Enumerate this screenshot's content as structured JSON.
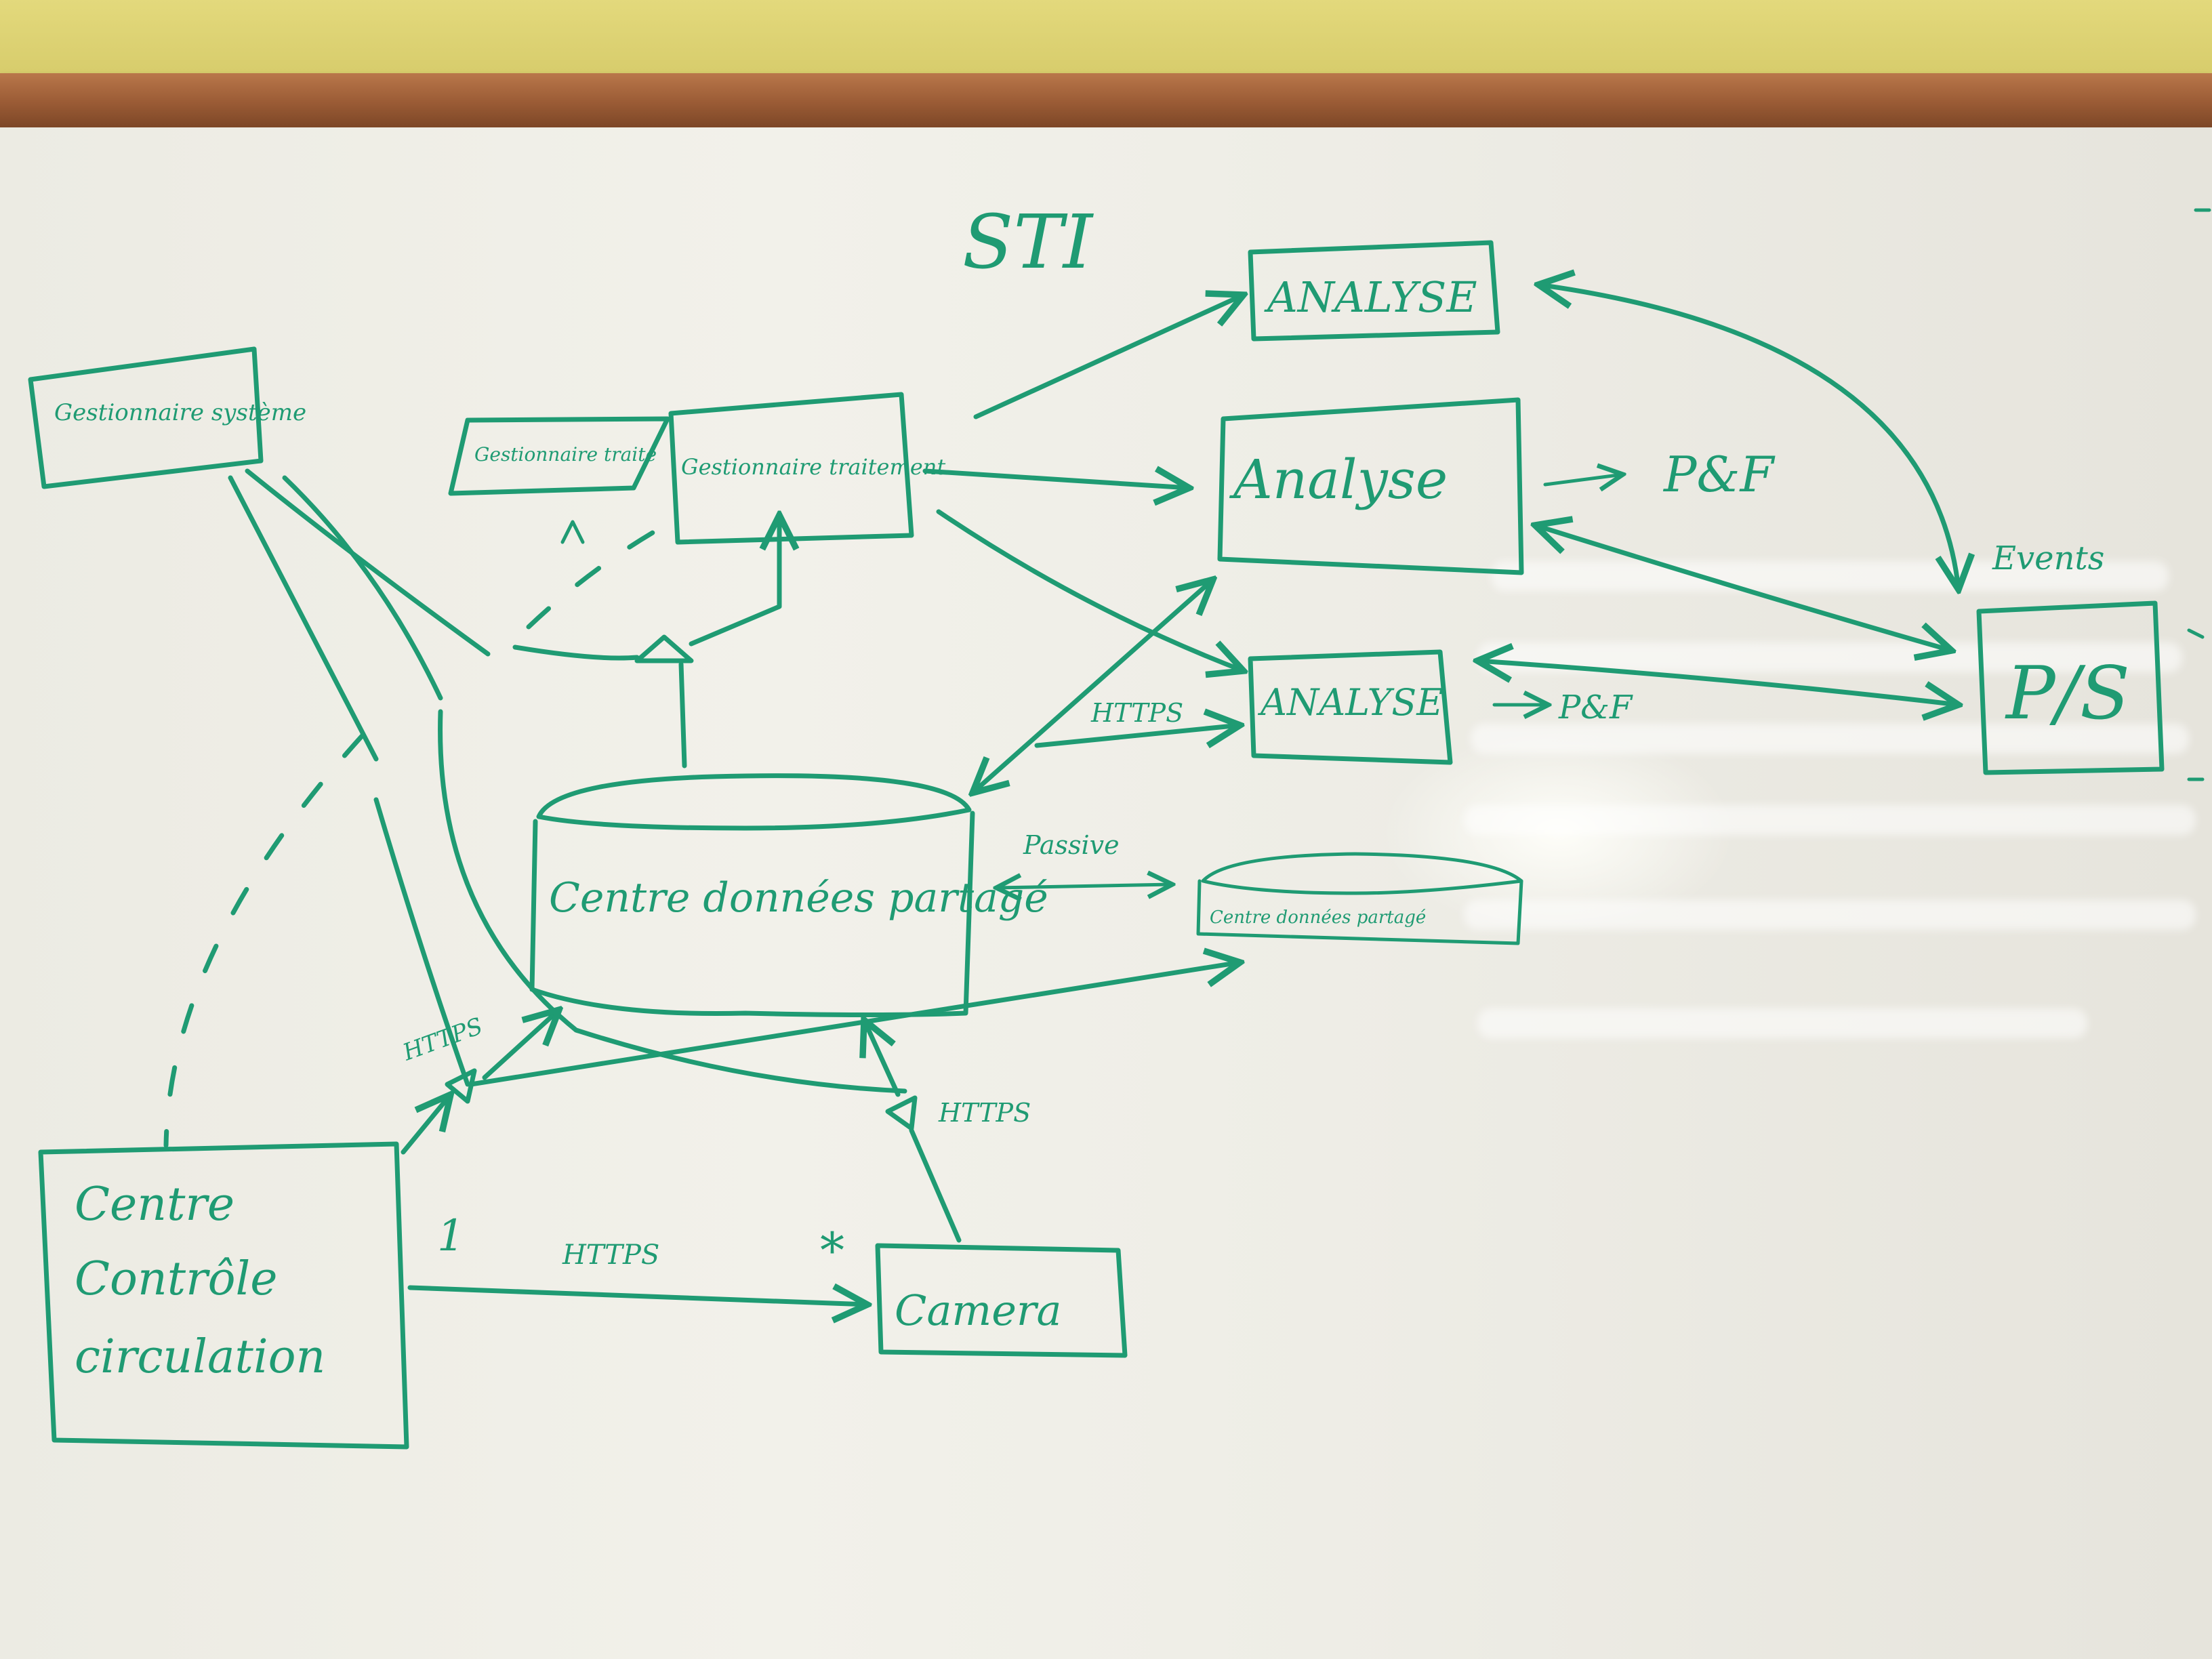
{
  "title": "STI",
  "nodes": {
    "gestion_system": "Gestionnaire système",
    "gestion_traite": "Gestionnaire traité",
    "gestion_traitement": "Gestionnaire traitement",
    "analyse_1": "ANALYSE",
    "analyse_2": "Analyse",
    "analyse_3": "ANALYSE",
    "ps": "P/S",
    "centre_donnees": "Centre données partagé",
    "centre_donnees_partage": "Centre données partagé",
    "centre_controle": [
      "Centre",
      "Contrôle",
      "circulation"
    ],
    "camera": "Camera"
  },
  "labels": {
    "pf_1": "P&F",
    "pf_2": "P&F",
    "events": "Events",
    "https_1": "HTTPS",
    "https_2": "HTTPS",
    "https_3": "HTTPS",
    "https_4": "HTTPS",
    "passive": "Passive",
    "mult_one": "1",
    "mult_many": "*"
  },
  "colors": {
    "ink": "#1f9b73",
    "board": "#eeede6",
    "frame": "#9a5b35",
    "wall": "#d9cd6a"
  }
}
